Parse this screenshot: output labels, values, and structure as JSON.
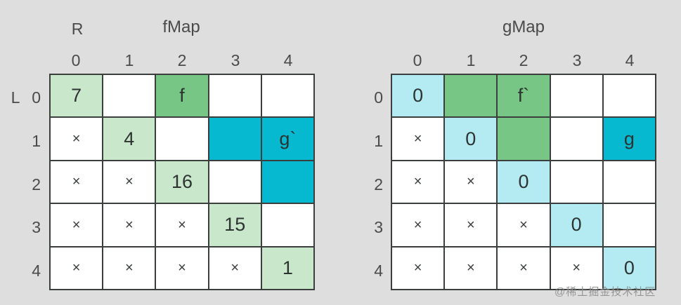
{
  "background_color": "#dedede",
  "palette": {
    "light_green": "#c9e7cb",
    "green": "#77c686",
    "cyan": "#06b9d0",
    "light_cyan": "#b4ebf2",
    "white": "#ffffff",
    "grid_line": "#3a3f3d",
    "text": "#4a4a4a"
  },
  "axes": {
    "row_axis_label": "L",
    "col_axis_label": "R"
  },
  "maps": [
    {
      "id": "fmap",
      "title": "fMap",
      "col_headers": [
        "0",
        "1",
        "2",
        "3",
        "4"
      ],
      "row_headers": [
        "0",
        "1",
        "2",
        "3",
        "4"
      ],
      "rows": [
        [
          {
            "text": "7",
            "fill": "lightgreen"
          },
          {
            "text": "",
            "fill": "white"
          },
          {
            "text": "f",
            "fill": "green"
          },
          {
            "text": "",
            "fill": "white"
          },
          {
            "text": "",
            "fill": "white"
          }
        ],
        [
          {
            "text": "×",
            "fill": "white",
            "kind": "x"
          },
          {
            "text": "4",
            "fill": "lightgreen"
          },
          {
            "text": "",
            "fill": "white"
          },
          {
            "text": "",
            "fill": "cyan"
          },
          {
            "text": "g`",
            "fill": "cyan"
          }
        ],
        [
          {
            "text": "×",
            "fill": "white",
            "kind": "x"
          },
          {
            "text": "×",
            "fill": "white",
            "kind": "x"
          },
          {
            "text": "16",
            "fill": "lightgreen"
          },
          {
            "text": "",
            "fill": "white"
          },
          {
            "text": "",
            "fill": "cyan"
          }
        ],
        [
          {
            "text": "×",
            "fill": "white",
            "kind": "x"
          },
          {
            "text": "×",
            "fill": "white",
            "kind": "x"
          },
          {
            "text": "×",
            "fill": "white",
            "kind": "x"
          },
          {
            "text": "15",
            "fill": "lightgreen"
          },
          {
            "text": "",
            "fill": "white"
          }
        ],
        [
          {
            "text": "×",
            "fill": "white",
            "kind": "x"
          },
          {
            "text": "×",
            "fill": "white",
            "kind": "x"
          },
          {
            "text": "×",
            "fill": "white",
            "kind": "x"
          },
          {
            "text": "×",
            "fill": "white",
            "kind": "x"
          },
          {
            "text": "1",
            "fill": "lightgreen"
          }
        ]
      ]
    },
    {
      "id": "gmap",
      "title": "gMap",
      "col_headers": [
        "0",
        "1",
        "2",
        "3",
        "4"
      ],
      "row_headers": [
        "0",
        "1",
        "2",
        "3",
        "4"
      ],
      "rows": [
        [
          {
            "text": "0",
            "fill": "lightcyan"
          },
          {
            "text": "",
            "fill": "green"
          },
          {
            "text": "f`",
            "fill": "green"
          },
          {
            "text": "",
            "fill": "white"
          },
          {
            "text": "",
            "fill": "white"
          }
        ],
        [
          {
            "text": "×",
            "fill": "white",
            "kind": "x"
          },
          {
            "text": "0",
            "fill": "lightcyan"
          },
          {
            "text": "",
            "fill": "green"
          },
          {
            "text": "",
            "fill": "white"
          },
          {
            "text": "g",
            "fill": "cyan"
          }
        ],
        [
          {
            "text": "×",
            "fill": "white",
            "kind": "x"
          },
          {
            "text": "×",
            "fill": "white",
            "kind": "x"
          },
          {
            "text": "0",
            "fill": "lightcyan"
          },
          {
            "text": "",
            "fill": "white"
          },
          {
            "text": "",
            "fill": "white"
          }
        ],
        [
          {
            "text": "×",
            "fill": "white",
            "kind": "x"
          },
          {
            "text": "×",
            "fill": "white",
            "kind": "x"
          },
          {
            "text": "×",
            "fill": "white",
            "kind": "x"
          },
          {
            "text": "0",
            "fill": "lightcyan"
          },
          {
            "text": "",
            "fill": "white"
          }
        ],
        [
          {
            "text": "×",
            "fill": "white",
            "kind": "x"
          },
          {
            "text": "×",
            "fill": "white",
            "kind": "x"
          },
          {
            "text": "×",
            "fill": "white",
            "kind": "x"
          },
          {
            "text": "×",
            "fill": "white",
            "kind": "x"
          },
          {
            "text": "0",
            "fill": "lightcyan"
          }
        ]
      ]
    }
  ],
  "watermark": "@稀土掘金技术社区"
}
